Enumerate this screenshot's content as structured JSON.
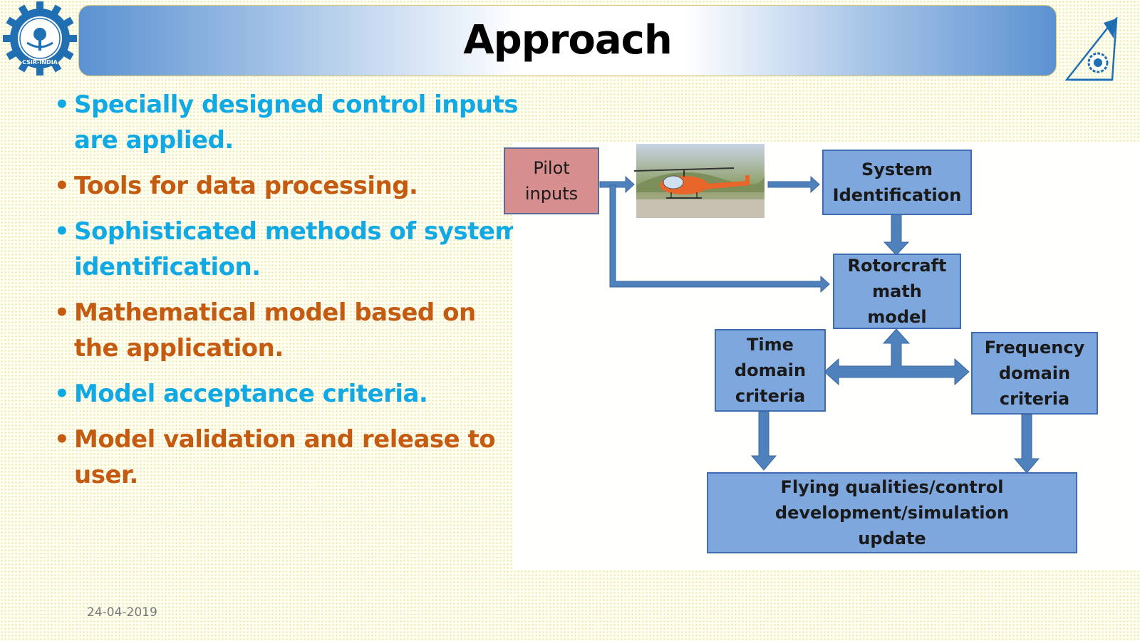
{
  "title": "Approach",
  "bullets": [
    {
      "text": "Specially designed  control inputs are applied.",
      "color": "#10a9e3"
    },
    {
      "text": "Tools for data processing.",
      "color": "#c55a11"
    },
    {
      "text": "Sophisticated methods of system identification.",
      "color": "#10a9e3"
    },
    {
      "text": "Mathematical model based on the application.",
      "color": "#c55a11"
    },
    {
      "text": "Model acceptance criteria.",
      "color": "#10a9e3"
    },
    {
      "text": "Model validation and release to user.",
      "color": "#c55a11"
    }
  ],
  "bullet_symbol": "•",
  "diagram": {
    "pilot_inputs": "Pilot inputs",
    "system_identification": "System Identification",
    "rotorcraft_model": "Rotorcraft math model",
    "time_domain": "Time domain criteria",
    "frequency_domain": "Frequency domain criteria",
    "flying_qualities": "Flying qualities/control development/simulation update"
  },
  "logos": {
    "left_logo_text": "CSIR-INDIA",
    "left_icon": "csir-gear-emblem",
    "right_icon": "nal-tail-emblem"
  },
  "footer": {
    "date": "24-04-2019"
  },
  "colors": {
    "box_fill": "#7ea7dd",
    "box_border": "#3f6eb0",
    "pilot_fill": "#d68e8e",
    "arrow": "#4f81bd",
    "title_banner": "#5b92d2"
  }
}
